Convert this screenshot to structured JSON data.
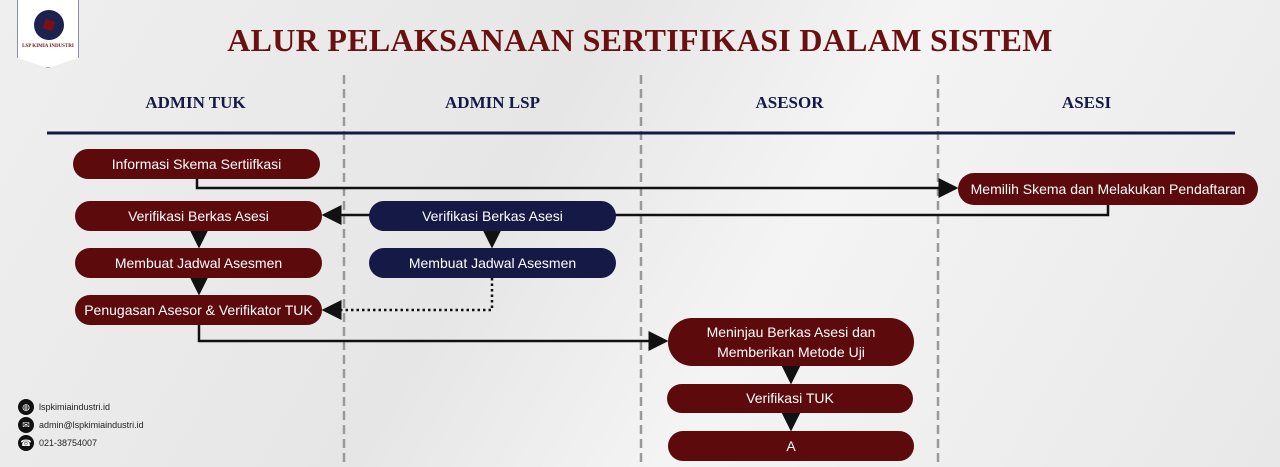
{
  "logo": {
    "text": "LSP KIMIA INDUSTRI"
  },
  "title": "ALUR PELAKSANAAN SERTIFIKASI DALAM SISTEM",
  "lanes": [
    "ADMIN TUK",
    "ADMIN LSP",
    "ASESOR",
    "ASESI"
  ],
  "nodes": {
    "informasi": "Informasi Skema Sertiifkasi",
    "memilih": "Memilih Skema dan Melakukan Pendaftaran",
    "verif_tuk": "Verifikasi Berkas Asesi",
    "verif_lsp": "Verifikasi Berkas Asesi",
    "jadwal_tuk": "Membuat Jadwal Asesmen",
    "jadwal_lsp": "Membuat Jadwal Asesmen",
    "penugasan": "Penugasan Asesor & Verifikator TUK",
    "meninjau": "Meninjau Berkas Asesi dan Memberikan Metode Uji",
    "verif_tuk2": "Verifikasi TUK",
    "a": "A"
  },
  "contacts": [
    {
      "icon": "globe-icon",
      "text": "lspkimiaindustri.id"
    },
    {
      "icon": "mail-icon",
      "text": "admin@lspkimiaindustri.id"
    },
    {
      "icon": "phone-icon",
      "text": "021-38754007"
    }
  ],
  "colors": {
    "maroon": "#5c0a0c",
    "navy": "#141a45",
    "title": "#6b1010"
  }
}
